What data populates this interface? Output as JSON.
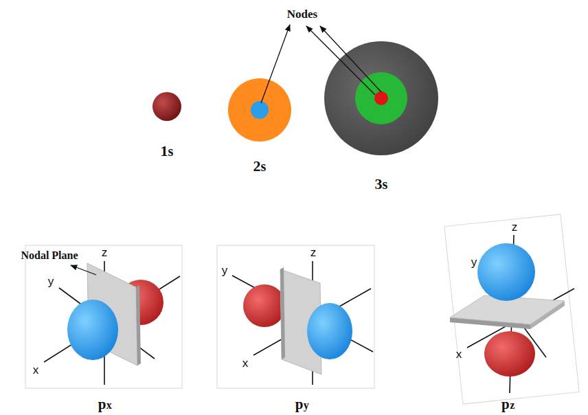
{
  "diagram": {
    "labels": [
      "Nodes",
      "1s",
      "2s",
      "3s",
      "Nodal Plane",
      "z",
      "y",
      "x",
      "z",
      "y",
      "x",
      "z",
      "y",
      "x",
      "px",
      "py",
      "pz"
    ]
  }
}
